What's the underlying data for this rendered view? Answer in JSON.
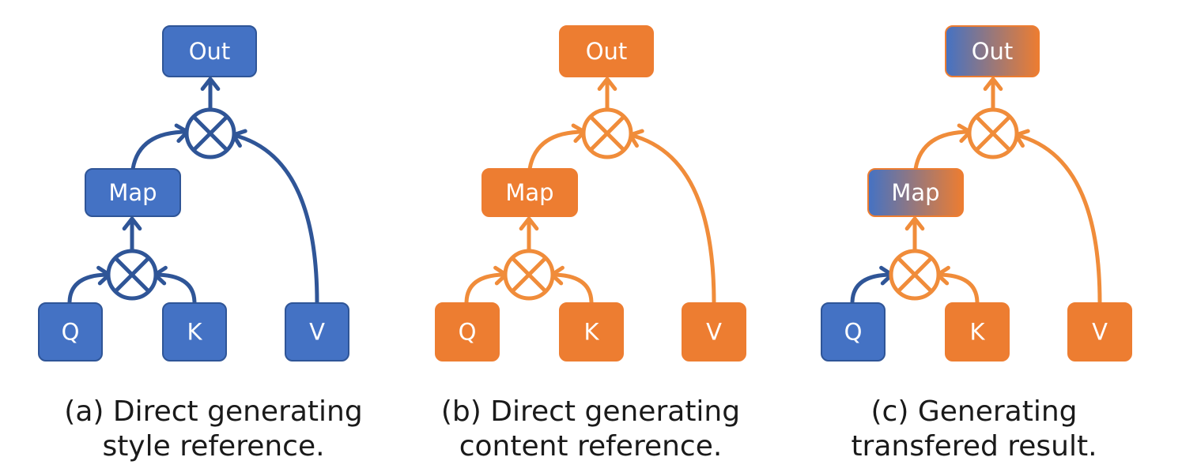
{
  "colors": {
    "blue_fill": "#4472c4",
    "blue_stroke": "#2f5597",
    "orange_fill": "#ed7d31",
    "orange_stroke": "#f08c3a",
    "caption_text": "#1a1a1a"
  },
  "panels": [
    {
      "id": "a",
      "scheme": "blue",
      "nodes": {
        "out": "Out",
        "map": "Map",
        "q": "Q",
        "k": "K",
        "v": "V"
      },
      "node_colors": {
        "out": "blue",
        "map": "blue",
        "q": "blue",
        "k": "blue",
        "v": "blue"
      },
      "caption": [
        "(a) Direct generating",
        "style reference."
      ]
    },
    {
      "id": "b",
      "scheme": "orange",
      "nodes": {
        "out": "Out",
        "map": "Map",
        "q": "Q",
        "k": "K",
        "v": "V"
      },
      "node_colors": {
        "out": "orange",
        "map": "orange",
        "q": "orange",
        "k": "orange",
        "v": "orange"
      },
      "caption": [
        "(b) Direct generating",
        "content reference."
      ]
    },
    {
      "id": "c",
      "scheme": "orange",
      "nodes": {
        "out": "Out",
        "map": "Map",
        "q": "Q",
        "k": "K",
        "v": "V"
      },
      "node_colors": {
        "out": "gradient",
        "map": "gradient",
        "q": "blue",
        "k": "orange",
        "v": "orange"
      },
      "q_arrow_color": "blue",
      "caption": [
        "(c) Generating",
        "transfered result."
      ]
    }
  ]
}
